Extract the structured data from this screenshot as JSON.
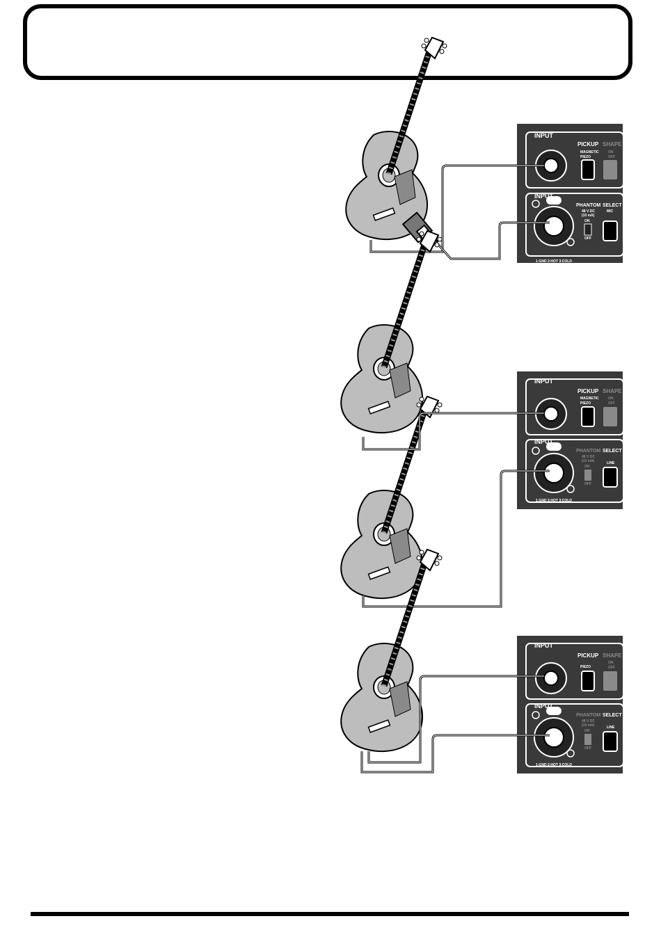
{
  "panel": {
    "input_label": "INPUT",
    "pickup_label": "PICKUP",
    "shape_label": "SHAPE",
    "magnetic": "MAGNETIC",
    "piezo": "PIEZO",
    "shape_on": "ON",
    "shape_off": "OFF",
    "phantom_label": "PHANTOM",
    "phantom_spec1": "48 V DC",
    "phantom_spec2": "(10 mA)",
    "phantom_on": "ON",
    "phantom_off": "OFF",
    "select_label": "SELECT",
    "select_mic": "MIC",
    "select_line": "LINE",
    "pin_note": "1:GND 2:HOT 3:COLD"
  },
  "colors": {
    "panel_bg": "#3a3a3a",
    "guitar_body": "#bdbdbd",
    "cable": "#000000"
  }
}
